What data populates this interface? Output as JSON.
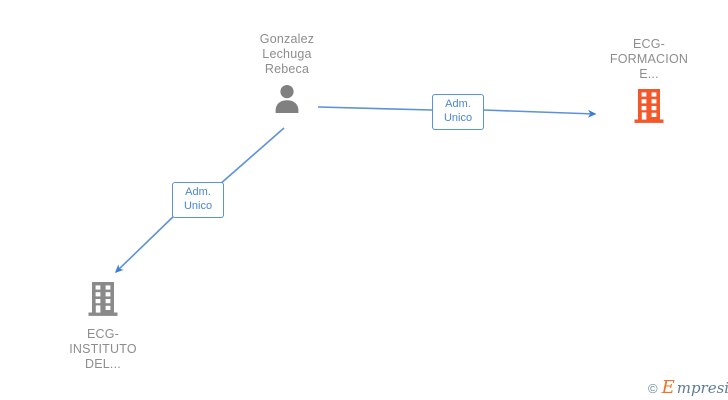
{
  "diagram": {
    "background": "#ffffff",
    "nodes": [
      {
        "id": "person",
        "type": "person",
        "icon": "person-icon",
        "caption": "Gonzalez\nLechuga\nRebeca",
        "color": "#808080"
      },
      {
        "id": "formacion",
        "type": "company",
        "icon": "building-icon",
        "caption": "ECG-\nFORMACION\nE...",
        "color": "#f4572a"
      },
      {
        "id": "instituto",
        "type": "company",
        "icon": "building-icon",
        "caption": "ECG-\nINSTITUTO\nDEL...",
        "color": "#8a8a8a"
      }
    ],
    "edges": [
      {
        "id": "edge-person-formacion",
        "from": "person",
        "to": "formacion",
        "label": "Adm.\nUnico",
        "color": "#4a86d4"
      },
      {
        "id": "edge-person-instituto",
        "from": "person",
        "to": "instituto",
        "label": "Adm.\nUnico",
        "color": "#4a86d4"
      }
    ]
  },
  "watermark": {
    "copyright": "©",
    "brand_initial": "E",
    "brand_rest": "mpresia"
  }
}
